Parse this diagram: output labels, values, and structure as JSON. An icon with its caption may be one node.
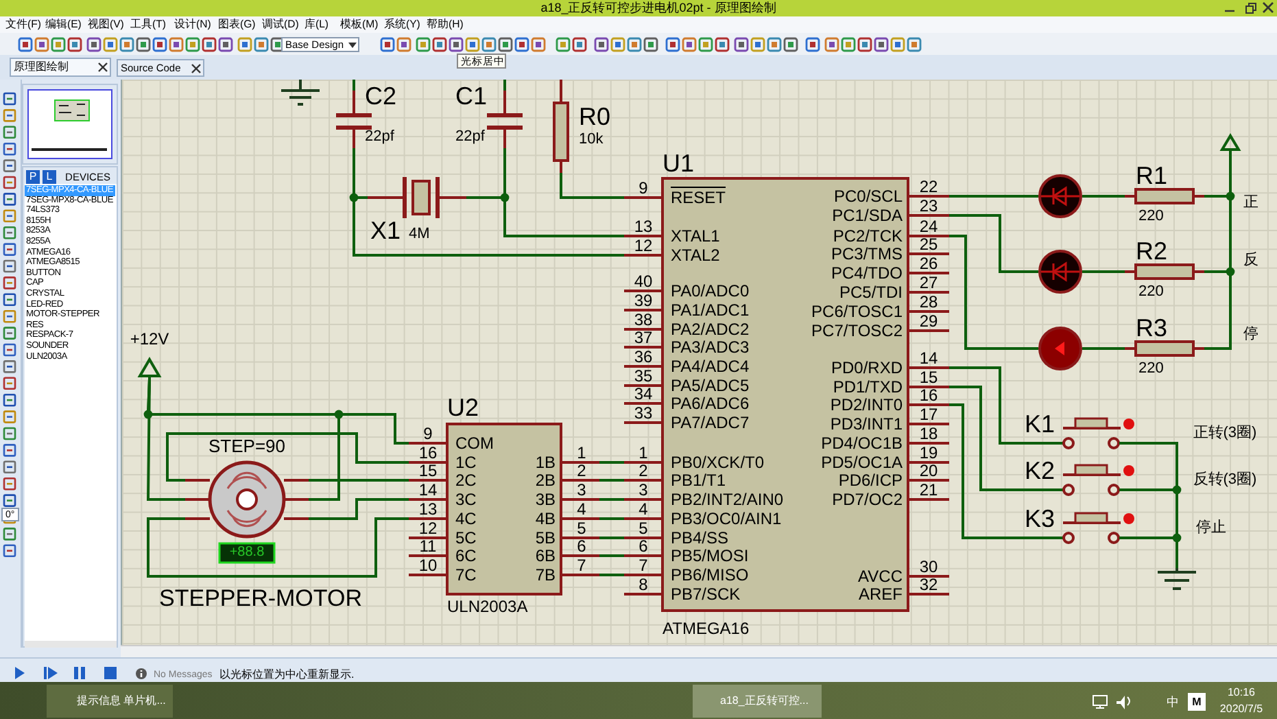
{
  "diagram": {
    "title": "a18_正反转可控步进电机02pt - 原理图绘制",
    "nodes": [
      {
        "text": [
          "C2",
          "22pf"
        ]
      },
      {
        "text": [
          "C1",
          "22pf"
        ]
      },
      {
        "text": [
          "R0",
          "10k"
        ]
      },
      {
        "text": [
          "X1",
          "4M"
        ]
      },
      {
        "text": [
          "U1",
          "RESET",
          "XTAL1",
          "XTAL2",
          "PA0/ADC0",
          "PA1/ADC1",
          "PA2/ADC2",
          "PA3/ADC3",
          "PA4/ADC4",
          "PA5/ADC5",
          "PA6/ADC6",
          "PA7/ADC7",
          "PB0/XCK/T0",
          "PB1/T1",
          "PB2/INT2/AIN0",
          "PB3/OC0/AIN1",
          "PB4/SS",
          "PB5/MOSI",
          "PB6/MISO",
          "PB7/SCK",
          "PC0/SCL",
          "PC1/SDA",
          "PC2/TCK",
          "PC3/TMS",
          "PC4/TDO",
          "PC5/TDI",
          "PC6/TOSC1",
          "PC7/TOSC2",
          "PD0/RXD",
          "PD1/TXD",
          "PD2/INT0",
          "PD3/INT1",
          "PD4/OC1B",
          "PD5/OC1A",
          "PD6/ICP",
          "PD7/OC2",
          "AVCC",
          "AREF",
          "ATMEGA16"
        ],
        "beside": [
          "9",
          "13",
          "12",
          "40",
          "39",
          "38",
          "37",
          "36",
          "35",
          "34",
          "33",
          "1",
          "2",
          "3",
          "4",
          "5",
          "6",
          "7",
          "8",
          "22",
          "23",
          "24",
          "25",
          "26",
          "27",
          "28",
          "29",
          "14",
          "15",
          "16",
          "17",
          "18",
          "19",
          "20",
          "21",
          "30",
          "32"
        ]
      },
      {
        "text": [
          "U2",
          "COM",
          "1C",
          "2C",
          "3C",
          "4C",
          "5C",
          "6C",
          "7C",
          "1B",
          "2B",
          "3B",
          "4B",
          "5B",
          "6B",
          "7B",
          "ULN2003A"
        ],
        "beside": [
          "9",
          "16",
          "15",
          "14",
          "13",
          "12",
          "11",
          "10",
          "1",
          "2",
          "3",
          "4",
          "5",
          "6",
          "7"
        ]
      },
      {
        "text": [
          "STEP=90",
          "+88.8"
        ],
        "beside": [
          "STEPPER-MOTOR"
        ]
      },
      {
        "text": [
          "+12V"
        ]
      },
      {
        "text": [],
        "shape": "circle"
      },
      {
        "text": [],
        "shape": "circle"
      },
      {
        "text": [],
        "shape": "circle"
      },
      {
        "text": [
          "R1",
          "220"
        ]
      },
      {
        "text": [
          "R2",
          "220"
        ]
      },
      {
        "text": [
          "R3",
          "220"
        ]
      },
      {
        "text": [],
        "shape": "triangle"
      },
      {
        "text": [
          "K1"
        ]
      },
      {
        "text": [
          "K2"
        ]
      },
      {
        "text": [
          "K3"
        ]
      },
      {
        "text": [],
        "shape": "ground"
      }
    ],
    "edges": [
      {
        "from": 0,
        "to": 3,
        "arrow": "none"
      },
      {
        "from": 3,
        "to": 1,
        "arrow": "none"
      },
      {
        "from": 0,
        "to": 4,
        "arrow": "none"
      },
      {
        "from": 1,
        "to": 4,
        "arrow": "none"
      },
      {
        "from": 2,
        "to": 4,
        "arrow": "none"
      },
      {
        "from": 7,
        "to": 5,
        "arrow": "none"
      },
      {
        "from": 7,
        "to": 6,
        "arrow": "none"
      },
      {
        "from": 7,
        "to": 6,
        "arrow": "none"
      },
      {
        "from": 5,
        "to": 6,
        "arrow": "none"
      },
      {
        "from": 5,
        "to": 6,
        "arrow": "none"
      },
      {
        "from": 5,
        "to": 6,
        "arrow": "none"
      },
      {
        "from": 5,
        "to": 6,
        "arrow": "none"
      },
      {
        "from": 5,
        "to": 4,
        "arrow": "none"
      },
      {
        "from": 5,
        "to": 4,
        "arrow": "none"
      },
      {
        "from": 5,
        "to": 4,
        "arrow": "none"
      },
      {
        "from": 5,
        "to": 4,
        "arrow": "none"
      },
      {
        "from": 5,
        "to": 4,
        "arrow": "none"
      },
      {
        "from": 5,
        "to": 4,
        "arrow": "none"
      },
      {
        "from": 5,
        "to": 4,
        "arrow": "none"
      },
      {
        "from": 4,
        "to": 8,
        "arrow": "none"
      },
      {
        "from": 8,
        "to": 11,
        "arrow": "none"
      },
      {
        "from": 11,
        "to": 14,
        "arrow": "none"
      },
      {
        "from": 4,
        "to": 9,
        "arrow": "none"
      },
      {
        "from": 9,
        "to": 12,
        "arrow": "none"
      },
      {
        "from": 12,
        "to": 14,
        "arrow": "none"
      },
      {
        "from": 4,
        "to": 10,
        "arrow": "none"
      },
      {
        "from": 10,
        "to": 13,
        "arrow": "none"
      },
      {
        "from": 13,
        "to": 14,
        "arrow": "none"
      },
      {
        "from": 4,
        "to": 15,
        "arrow": "none"
      },
      {
        "from": 4,
        "to": 16,
        "arrow": "none"
      },
      {
        "from": 4,
        "to": 17,
        "arrow": "none"
      },
      {
        "from": 15,
        "to": 18,
        "arrow": "none"
      },
      {
        "from": 16,
        "to": 18,
        "arrow": "none"
      },
      {
        "from": 17,
        "to": 18,
        "arrow": "none"
      }
    ],
    "labels": [
      "文件(F)",
      "编辑(E)",
      "视图(V)",
      "工具(T)",
      "设计(N)",
      "图表(G)",
      "调试(D)",
      "库(L)",
      "模板(M)",
      "系统(Y)",
      "帮助(H)",
      "Base Design",
      "光标居中",
      "原理图绘制",
      "Source Code",
      "P",
      "L",
      "DEVICES",
      "7SEG-MPX4-CA-BLUE",
      "7SEG-MPX8-CA-BLUE",
      "74LS373",
      "8155H",
      "8253A",
      "8255A",
      "ATMEGA16",
      "ATMEGA8515",
      "BUTTON",
      "CAP",
      "CRYSTAL",
      "LED-RED",
      "MOTOR-STEPPER",
      "RES",
      "RESPACK-7",
      "SOUNDER",
      "ULN2003A",
      "正",
      "反",
      "停",
      "正转(3圈)",
      "反转(3圈)",
      "停止",
      "0°",
      "No Messages",
      "以光标位置为中心重新显示.",
      "提示信息 单片机...",
      "a18_正反转可控...",
      "中",
      "M",
      "10:16",
      "2020/7/5"
    ]
  }
}
